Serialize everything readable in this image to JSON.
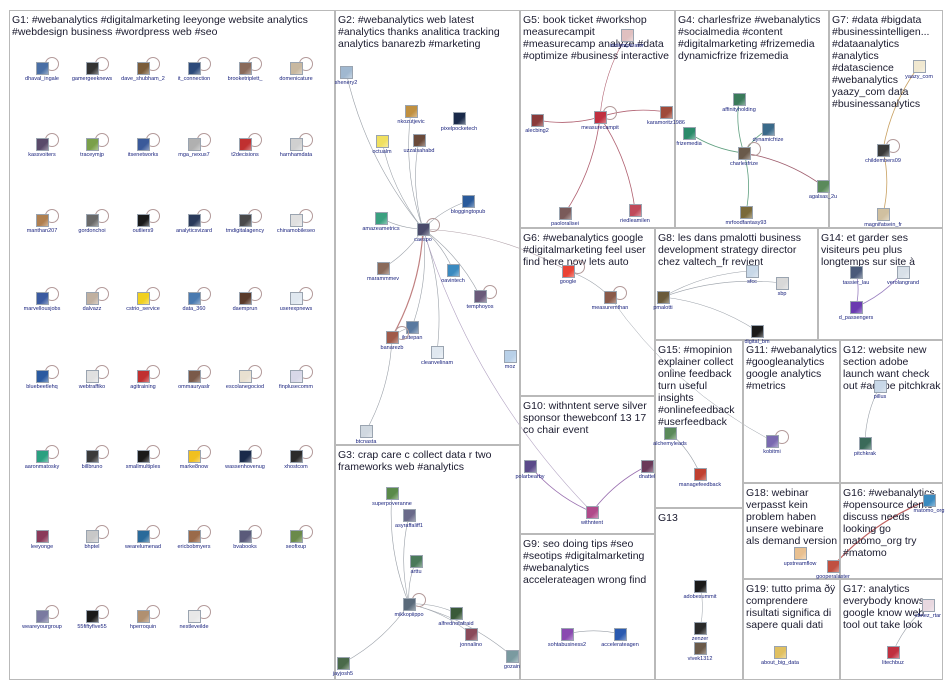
{
  "groups": [
    {
      "id": "G1",
      "title": "G1: #webanalytics #digitalmarketing leeyonge website analytics #webdesign business #wordpress web #seo"
    },
    {
      "id": "G2",
      "title": "G2: #webanalytics web latest #analytics thanks analitica tracking analytics banarezb #marketing"
    },
    {
      "id": "G3",
      "title": "G3: crap care c collect data r two frameworks web #analytics"
    },
    {
      "id": "G4",
      "title": "G4: charlesfrize #webanalytics #socialmedia #content #digitalmarketing #frizemedia dynamicfrize frizemedia"
    },
    {
      "id": "G5",
      "title": "G5: book ticket #workshop measurecampit #measurecamp analyze #data #optimize #business interactive"
    },
    {
      "id": "G6",
      "title": "G6: #webanalytics google #digitalmarketing feel user find here now lets auto"
    },
    {
      "id": "G7",
      "title": "G7: #data #bigdata #businessintelligen... #dataanalytics #analytics #datascience #webanalytics yaazy_com data #businessanalytics"
    },
    {
      "id": "G8",
      "title": "G8: les dans pmalotti business development strategy director chez valtech_fr revient"
    },
    {
      "id": "G9",
      "title": "G9: seo doing tips #seo #seotips #digitalmarketing #webanalytics accelerateagen wrong find"
    },
    {
      "id": "G10",
      "title": "G10: withntent serve silver sponsor thewebconf 13 17 co chair event"
    },
    {
      "id": "G11",
      "title": "G11: #webanalytics #googleanalytics google analytics #metrics"
    },
    {
      "id": "G12",
      "title": "G12: website new section adobe launch want check out #adobe pitchkrak"
    },
    {
      "id": "G13",
      "title": "G13"
    },
    {
      "id": "G14",
      "title": "G14: et garder ses visiteurs peu plus longtemps sur site à"
    },
    {
      "id": "G15",
      "title": "G15: #mopinion explainer collect online feedback turn useful insights #onlinefeedback #userfeedback"
    },
    {
      "id": "G16",
      "title": "G16: #webanalytics #opensource demo discuss needs looking go matomo_org try #matomo"
    },
    {
      "id": "G17",
      "title": "G17: analytics everybody knows google know web tool out take look"
    },
    {
      "id": "G18",
      "title": "G18: webinar verpasst kein problem haben unsere webinare als demand version"
    },
    {
      "id": "G19",
      "title": "G19: tutto prima ðÿ comprendere risultati significa di sapere quali dati"
    }
  ],
  "nodes": [
    {
      "group": "G1",
      "label": "dhaval_ingale",
      "color": "#4a6fa5",
      "loop": true
    },
    {
      "group": "G1",
      "label": "gamergeeknews",
      "color": "#333333",
      "loop": true
    },
    {
      "group": "G1",
      "label": "dave_shubham_2",
      "color": "#7a5c3a",
      "loop": true
    },
    {
      "group": "G1",
      "label": "it_connection",
      "color": "#2d4a7a",
      "loop": true
    },
    {
      "group": "G1",
      "label": "brooketriplett_",
      "color": "#8a6a5a",
      "loop": true
    },
    {
      "group": "G1",
      "label": "domenicature",
      "color": "#c8b8a0",
      "loop": true
    },
    {
      "group": "G1",
      "label": "kassvoiters",
      "color": "#5a4a6a",
      "loop": true
    },
    {
      "group": "G1",
      "label": "traceymjp",
      "color": "#7aa04a",
      "loop": true
    },
    {
      "group": "G1",
      "label": "itsenetworks",
      "color": "#3a5a9a",
      "loop": true
    },
    {
      "group": "G1",
      "label": "mga_nexus7",
      "color": "#b0b0b0",
      "loop": true
    },
    {
      "group": "G1",
      "label": "t2decisions",
      "color": "#c03030",
      "loop": true
    },
    {
      "group": "G1",
      "label": "harnhamdata",
      "color": "#d0d0d0",
      "loop": true
    },
    {
      "group": "G1",
      "label": "manthan207",
      "color": "#b08050",
      "loop": true
    },
    {
      "group": "G1",
      "label": "gordonchoi",
      "color": "#6a6a6a",
      "loop": true
    },
    {
      "group": "G1",
      "label": "outliers9",
      "color": "#1a1a1a",
      "loop": true
    },
    {
      "group": "G1",
      "label": "analyticsvizard",
      "color": "#2a3a5a",
      "loop": true
    },
    {
      "group": "G1",
      "label": "tmdigitalagency",
      "color": "#4a4a4a",
      "loop": true
    },
    {
      "group": "G1",
      "label": "chinamobileseo",
      "color": "#e0e0e0",
      "loop": true
    },
    {
      "group": "G1",
      "label": "marvellousjobs",
      "color": "#3a5aa0",
      "loop": true
    },
    {
      "group": "G1",
      "label": "dalvazz",
      "color": "#c0b0a0",
      "loop": true
    },
    {
      "group": "G1",
      "label": "cstrio_service",
      "color": "#f0d020",
      "loop": true
    },
    {
      "group": "G1",
      "label": "data_360",
      "color": "#4a7ab0",
      "loop": true
    },
    {
      "group": "G1",
      "label": "daemprun",
      "color": "#5a3a2a",
      "loop": true
    },
    {
      "group": "G1",
      "label": "userexpnews",
      "color": "#e0e8f0",
      "loop": true
    },
    {
      "group": "G1",
      "label": "bluebeetlehq",
      "color": "#2a5aa0",
      "loop": true
    },
    {
      "group": "G1",
      "label": "webtraffiko",
      "color": "#e0e0e0",
      "loop": true
    },
    {
      "group": "G1",
      "label": "agitraining",
      "color": "#c03030",
      "loop": true
    },
    {
      "group": "G1",
      "label": "ommauryaslr",
      "color": "#7a5a4a",
      "loop": true
    },
    {
      "group": "G1",
      "label": "escolanegociod",
      "color": "#e8e0d0",
      "loop": true
    },
    {
      "group": "G1",
      "label": "finplusecomm",
      "color": "#d8d8e8",
      "loop": true
    },
    {
      "group": "G1",
      "label": "aaronmatosky",
      "color": "#2aa080",
      "loop": true
    },
    {
      "group": "G1",
      "label": "billbruno",
      "color": "#3a3a3a",
      "loop": true
    },
    {
      "group": "G1",
      "label": "smallmultiples",
      "color": "#1a1a1a",
      "loop": true
    },
    {
      "group": "G1",
      "label": "marke8now",
      "color": "#f0c020",
      "loop": true
    },
    {
      "group": "G1",
      "label": "wassenhovenug",
      "color": "#1a2a4a",
      "loop": true
    },
    {
      "group": "G1",
      "label": "xhostcom",
      "color": "#2a2a2a",
      "loop": true
    },
    {
      "group": "G1",
      "label": "leeyonge",
      "color": "#8a3a5a",
      "loop": false
    },
    {
      "group": "G1",
      "label": "bhptel",
      "color": "#c8c8c8",
      "loop": true
    },
    {
      "group": "G1",
      "label": "wearelumenad",
      "color": "#2a6a9a",
      "loop": true
    },
    {
      "group": "G1",
      "label": "ericbobmyers",
      "color": "#9a6a4a",
      "loop": true
    },
    {
      "group": "G1",
      "label": "bvabooks",
      "color": "#5a5a7a",
      "loop": true
    },
    {
      "group": "G1",
      "label": "seofixup",
      "color": "#6a8a4a",
      "loop": true
    },
    {
      "group": "G1",
      "label": "weareyourgroup",
      "color": "#7a7aa0",
      "loop": true
    },
    {
      "group": "G1",
      "label": "55fiftyfive55",
      "color": "#1a1a1a",
      "loop": true
    },
    {
      "group": "G1",
      "label": "hperroquin",
      "color": "#b09070",
      "loop": true
    },
    {
      "group": "G1",
      "label": "nestleveilde",
      "color": "#e8e8e8",
      "loop": true
    },
    {
      "group": "G2",
      "label": "shenery2",
      "color": "#a0b8d0",
      "loop": false
    },
    {
      "group": "G2",
      "label": "nkozutjevic",
      "color": "#c09040",
      "loop": false
    },
    {
      "group": "G2",
      "label": "pixelpocketech",
      "color": "#1a2a4a",
      "loop": false
    },
    {
      "group": "G2",
      "label": "octualm",
      "color": "#f0e060",
      "loop": false
    },
    {
      "group": "G2",
      "label": "uzzalsahabd",
      "color": "#6a4a3a",
      "loop": false
    },
    {
      "group": "G2",
      "label": "bloggingtopub",
      "color": "#2a5a9a",
      "loop": false
    },
    {
      "group": "G2",
      "label": "amazeametrics",
      "color": "#3aa080",
      "loop": false
    },
    {
      "group": "G2",
      "label": "caespo",
      "color": "#4a4a6a",
      "loop": true
    },
    {
      "group": "G2",
      "label": "marammmev",
      "color": "#8a6a5a",
      "loop": false
    },
    {
      "group": "G2",
      "label": "oavintech",
      "color": "#3a8ac0",
      "loop": false
    },
    {
      "group": "G2",
      "label": "temphoyos",
      "color": "#6a5a7a",
      "loop": true
    },
    {
      "group": "G2",
      "label": "jlrstepan",
      "color": "#5a7aa0",
      "loop": false
    },
    {
      "group": "G2",
      "label": "banarezb",
      "color": "#a05a4a",
      "loop": true
    },
    {
      "group": "G2",
      "label": "cleanvelinam",
      "color": "#e0e8f0",
      "loop": false
    },
    {
      "group": "G2",
      "label": "moz",
      "color": "#b8d0e8",
      "loop": false
    },
    {
      "group": "G2",
      "label": "btcnasta",
      "color": "#d0d8e0",
      "loop": false
    },
    {
      "group": "G3",
      "label": "superpoveranne",
      "color": "#5a8a4a",
      "loop": false
    },
    {
      "group": "G3",
      "label": "asyraffaliff1",
      "color": "#6a6a8a",
      "loop": false
    },
    {
      "group": "G3",
      "label": "arttu",
      "color": "#4a7a5a",
      "loop": false
    },
    {
      "group": "G3",
      "label": "mikkopiippo",
      "color": "#5a6a7a",
      "loop": true
    },
    {
      "group": "G3",
      "label": "alfrednotafraid",
      "color": "#3a5a3a",
      "loop": false
    },
    {
      "group": "G3",
      "label": "jonnalino",
      "color": "#8a4a5a",
      "loop": false
    },
    {
      "group": "G3",
      "label": "gozain",
      "color": "#7a9aa0",
      "loop": false
    },
    {
      "group": "G3",
      "label": "jayjosh5",
      "color": "#4a6a4a",
      "loop": false
    },
    {
      "group": "G4",
      "label": "affinityholding",
      "color": "#3a7a5a",
      "loop": false
    },
    {
      "group": "G4",
      "label": "frizemedia",
      "color": "#2a8a6a",
      "loop": false
    },
    {
      "group": "G4",
      "label": "dynamicfrize",
      "color": "#3a6a8a",
      "loop": false
    },
    {
      "group": "G4",
      "label": "charlesfrize",
      "color": "#6a5a4a",
      "loop": true
    },
    {
      "group": "G4",
      "label": "agalsas_2u",
      "color": "#5a8a5a",
      "loop": false
    },
    {
      "group": "G4",
      "label": "mrfoodfantasy93",
      "color": "#7a6a3a",
      "loop": false
    },
    {
      "group": "G5",
      "label": "alecbing2",
      "color": "#8a3a3a",
      "loop": false
    },
    {
      "group": "G5",
      "label": "measurecampit",
      "color": "#c03040",
      "loop": true
    },
    {
      "group": "G5",
      "label": "karamoritz1986",
      "color": "#a04a3a",
      "loop": false
    },
    {
      "group": "G5",
      "label": "paoloralisei",
      "color": "#7a5a5a",
      "loop": false
    },
    {
      "group": "G5",
      "label": "riedleamilen",
      "color": "#c04a5a",
      "loop": false
    },
    {
      "group": "G5",
      "label": "indiomperator",
      "color": "#e0c0c0",
      "loop": false
    },
    {
      "group": "G6",
      "label": "google",
      "color": "#ea4335",
      "loop": true
    },
    {
      "group": "G6",
      "label": "measuremthan",
      "color": "#8a5a4a",
      "loop": true
    },
    {
      "group": "G7",
      "label": "childembers09",
      "color": "#3a3a3a",
      "loop": true
    },
    {
      "group": "G7",
      "label": "yaazy_com",
      "color": "#f0e8d0",
      "loop": false
    },
    {
      "group": "G7",
      "label": "magnifatsein_fr",
      "color": "#d0c0a0",
      "loop": false
    },
    {
      "group": "G8",
      "label": "pmalotti",
      "color": "#6a5a3a",
      "loop": false
    },
    {
      "group": "G8",
      "label": "sfcc",
      "color": "#c8d8e8",
      "loop": false
    },
    {
      "group": "G8",
      "label": "sbp",
      "color": "#d8d8d8",
      "loop": false
    },
    {
      "group": "G8",
      "label": "digital_bm",
      "color": "#1a1a1a",
      "loop": false
    },
    {
      "group": "G9",
      "label": "sohtabusiness2",
      "color": "#8a4ab0",
      "loop": false
    },
    {
      "group": "G9",
      "label": "accelerateagen",
      "color": "#2a5ab0",
      "loop": false
    },
    {
      "group": "G10",
      "label": "polarbearby",
      "color": "#5a4a8a",
      "loop": false
    },
    {
      "group": "G10",
      "label": "dnattel",
      "color": "#6a3a5a",
      "loop": false
    },
    {
      "group": "G10",
      "label": "withntent",
      "color": "#b04a8a",
      "loop": false
    },
    {
      "group": "G11",
      "label": "kobitmi",
      "color": "#7a6ab0",
      "loop": true
    },
    {
      "group": "G12",
      "label": "pitchkrak",
      "color": "#3a6a5a",
      "loop": false
    },
    {
      "group": "G12",
      "label": "pillus",
      "color": "#c8d8e8",
      "loop": false
    },
    {
      "group": "G13",
      "label": "adobesummit",
      "color": "#1a1a1a",
      "loop": false
    },
    {
      "group": "G13",
      "label": "zenzer",
      "color": "#2a2a2a",
      "loop": false
    },
    {
      "group": "G13",
      "label": "vivek1312",
      "color": "#6a5a4a",
      "loop": false
    },
    {
      "group": "G14",
      "label": "tassier_lau",
      "color": "#4a5a7a",
      "loop": false
    },
    {
      "group": "G14",
      "label": "verolangrand",
      "color": "#d8e0e8",
      "loop": false
    },
    {
      "group": "G14",
      "label": "d_passengers",
      "color": "#6a3ab0",
      "loop": false
    },
    {
      "group": "G15",
      "label": "alchemyleads",
      "color": "#5a8a5a",
      "loop": false
    },
    {
      "group": "G15",
      "label": "managefeedback",
      "color": "#c04030",
      "loop": false
    },
    {
      "group": "G16",
      "label": "gooperalaster",
      "color": "#c05040",
      "loop": false
    },
    {
      "group": "G16",
      "label": "matomo_org",
      "color": "#3a8ac0",
      "loop": false
    },
    {
      "group": "G17",
      "label": "litechbuz",
      "color": "#c03040",
      "loop": false
    },
    {
      "group": "G17",
      "label": "cbriez_rtar",
      "color": "#e8d8e0",
      "loop": false
    },
    {
      "group": "G18",
      "label": "upstreamflow",
      "color": "#e8c090",
      "loop": false
    },
    {
      "group": "G19",
      "label": "about_big_data",
      "color": "#e0c060",
      "loop": false
    }
  ]
}
